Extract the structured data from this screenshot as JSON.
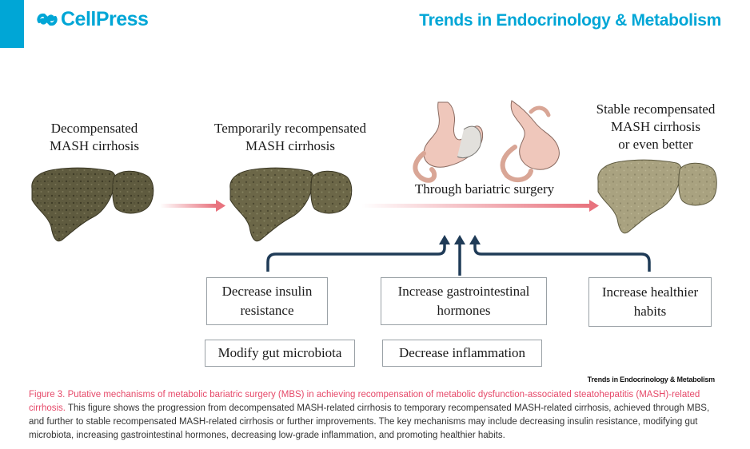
{
  "header": {
    "logo_text": "CellPress",
    "journal_title": "Trends in Endocrinology & Metabolism"
  },
  "figure": {
    "stages": [
      {
        "label_line1": "Decompensated",
        "label_line2": "MASH cirrhosis"
      },
      {
        "label_line1": "Temporarily recompensated",
        "label_line2": "MASH cirrhosis"
      },
      {
        "label_line1": "Stable recompensated",
        "label_line2": "MASH cirrhosis",
        "label_line3": "or even better"
      }
    ],
    "surgery_label": "Through bariatric surgery",
    "mechanisms": {
      "insulin": {
        "line1": "Decrease insulin",
        "line2": "resistance"
      },
      "microbiota": {
        "line1": "Modify gut microbiota"
      },
      "hormones": {
        "line1": "Increase gastrointestinal",
        "line2": "hormones"
      },
      "inflammation": {
        "line1": "Decrease inflammation"
      },
      "habits": {
        "line1": "Increase healthier",
        "line2": "habits"
      }
    },
    "credit": "Trends in Endocrinology & Metabolism"
  },
  "caption": {
    "title": "Figure 3. Putative mechanisms of metabolic bariatric surgery (MBS) in achieving recompensation of metabolic dysfunction-associated steatohepatitis (MASH)-related cirrhosis.",
    "body": " This figure shows the progression from decompensated MASH-related cirrhosis to temporary recompensated MASH-related cirrhosis, achieved through MBS, and further to stable recompensated MASH-related cirrhosis or further improvements. The key mechanisms may include decreasing insulin resistance, modifying gut microbiota, increasing gastrointestinal hormones, decreasing low-grade inflammation, and promoting healthier habits."
  },
  "colors": {
    "brand": "#00a6d6",
    "caption_title": "#e64a6a",
    "arrow_pink": "#e8737e",
    "arrow_navy": "#1f3b57",
    "liver_dark": "#5e5a3e",
    "liver_mid": "#6b6646",
    "liver_light": "#a7a07e"
  },
  "icons": [
    "cellpress-logo-icon",
    "liver-icon",
    "stomach-sleeve-icon",
    "stomach-bypass-icon",
    "arrow-icon"
  ]
}
